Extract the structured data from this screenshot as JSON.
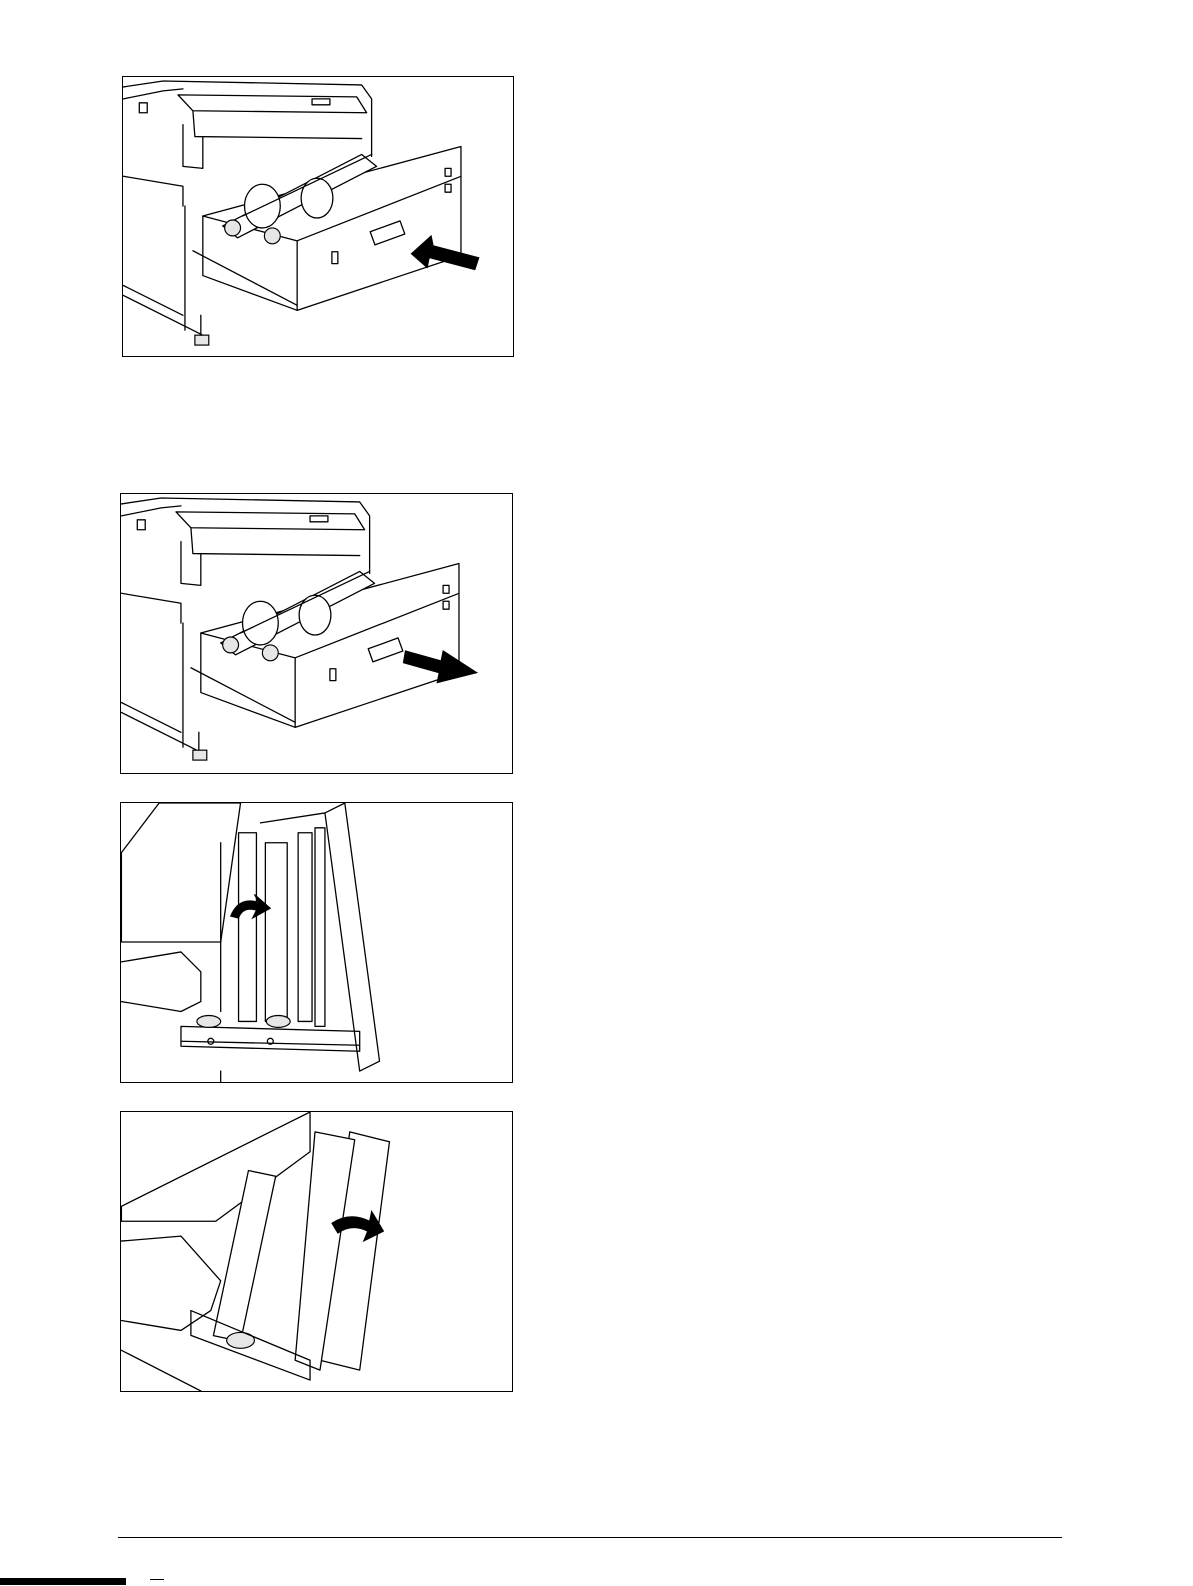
{
  "figures": [
    {
      "id": "fig1",
      "subject": "paper-drawer-closed-push",
      "arrow": "push-in-arrow"
    },
    {
      "id": "fig2",
      "subject": "paper-drawer-open-pull",
      "arrow": "pull-out-arrow"
    },
    {
      "id": "fig3",
      "subject": "drawer-roll-lift",
      "arrow": "curved-up-arrow"
    },
    {
      "id": "fig4",
      "subject": "drawer-cover-open",
      "arrow": "curved-right-arrow"
    }
  ]
}
